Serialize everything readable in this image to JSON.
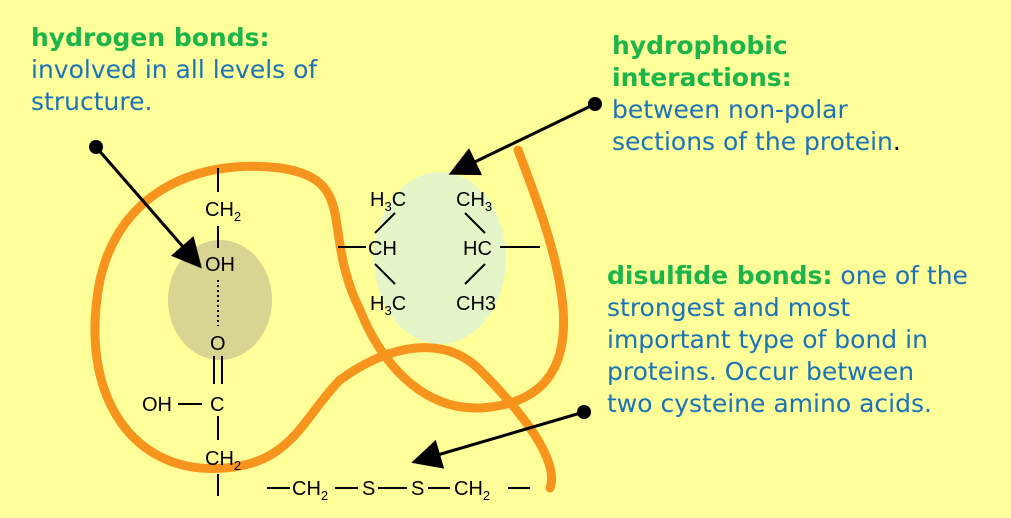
{
  "hydrogen": {
    "title": "hydrogen bonds:",
    "line1": "involved in all levels of",
    "line2": "structure."
  },
  "hydrophobic": {
    "title1": "hydrophobic",
    "title2": "interactions:",
    "line1": "between non-polar",
    "line2": "sections of the protein",
    "period": "."
  },
  "disulfide": {
    "title": "disulfide bonds:",
    "line1": " one of the",
    "line2": "strongest and most",
    "line3": "important type of bond in",
    "line4": "proteins. Occur between",
    "line5": "two cysteine amino acids."
  },
  "chem": {
    "ch2_top": "CH",
    "sub2": "2",
    "oh": "OH",
    "o": "O",
    "oh_c": "OH",
    "c": "C",
    "ch2_bottom": "CH",
    "h3c": "H",
    "sub3": "3",
    "c_letter": "C",
    "ch3": "CH",
    "ch": "CH",
    "hc": "HC",
    "ch3_text": "CH3",
    "s1": "S",
    "s2": "S"
  },
  "colors": {
    "background": "#ffff99",
    "strand": "#f7941d",
    "header": "#1bb54a",
    "body": "#1a72b8",
    "hbond_ellipse": "#d8d492",
    "hydrophobic_ellipse": "#e4f6c8"
  }
}
